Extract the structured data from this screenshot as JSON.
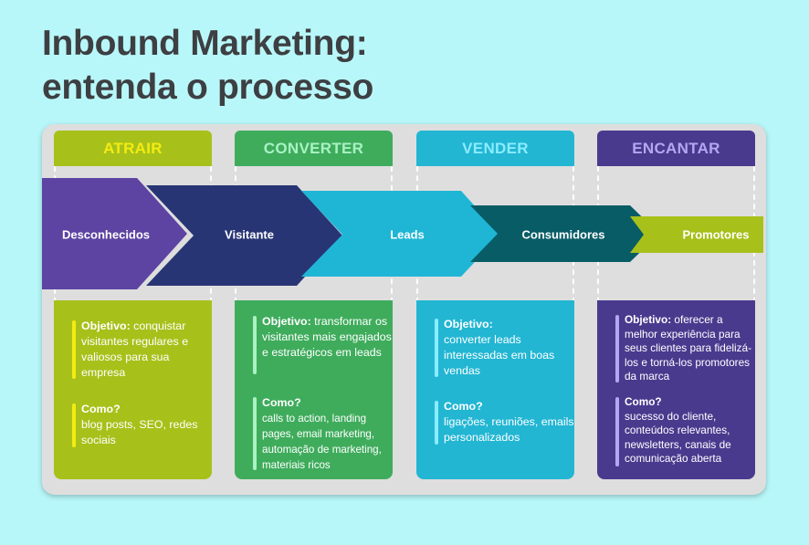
{
  "title": {
    "line1": "Inbound Marketing:",
    "line2": "entenda o processo"
  },
  "columns": [
    {
      "header": "ATRAIR",
      "header_bg": "#a7c11a",
      "header_color": "#f4ec10",
      "body_bg": "#a7c11a",
      "bar_color": "#f4ec10",
      "objetivo_label": "Objetivo:",
      "objetivo_text": "conquistar visitantes regulares e valiosos para sua empresa",
      "como_label": "Como?",
      "como_text": "blog posts, SEO, redes sociais"
    },
    {
      "header": "CONVERTER",
      "header_bg": "#3fac5c",
      "header_color": "#a9f2c4",
      "body_bg": "#3fac5c",
      "bar_color": "#a9f2c4",
      "objetivo_label": "Objetivo:",
      "objetivo_text": "transformar os visitantes mais engajados e estratégicos em leads",
      "como_label": "Como?",
      "como_text": "calls to action, landing pages, email marketing, automação de marketing, materiais ricos"
    },
    {
      "header": "VENDER",
      "header_bg": "#22b6d3",
      "header_color": "#8aecff",
      "body_bg": "#22b6d3",
      "bar_color": "#8aecff",
      "objetivo_label": "Objetivo:",
      "objetivo_text": "converter leads interessadas em boas vendas",
      "como_label": "Como?",
      "como_text": "ligações, reuniões, emails personalizados"
    },
    {
      "header": "ENCANTAR",
      "header_bg": "#4a3a8e",
      "header_color": "#b4a7f0",
      "body_bg": "#4a3a8e",
      "bar_color": "#b4a7f0",
      "objetivo_label": "Objetivo:",
      "objetivo_text": "oferecer a melhor experiência para seus clientes para fidelizá-los e torná-los promotores da marca",
      "como_label": "Como?",
      "como_text": "sucesso do cliente, conteúdos relevantes, newsletters, canais de comunicação aberta"
    }
  ],
  "stages": [
    {
      "label": "Desconhecidos",
      "color": "#5d44a2"
    },
    {
      "label": "Visitante",
      "color": "#283575"
    },
    {
      "label": "Leads",
      "color": "#1fb6d5"
    },
    {
      "label": "Consumidores",
      "color": "#075c66"
    },
    {
      "label": "Promotores",
      "color": "#a7c11a"
    }
  ]
}
